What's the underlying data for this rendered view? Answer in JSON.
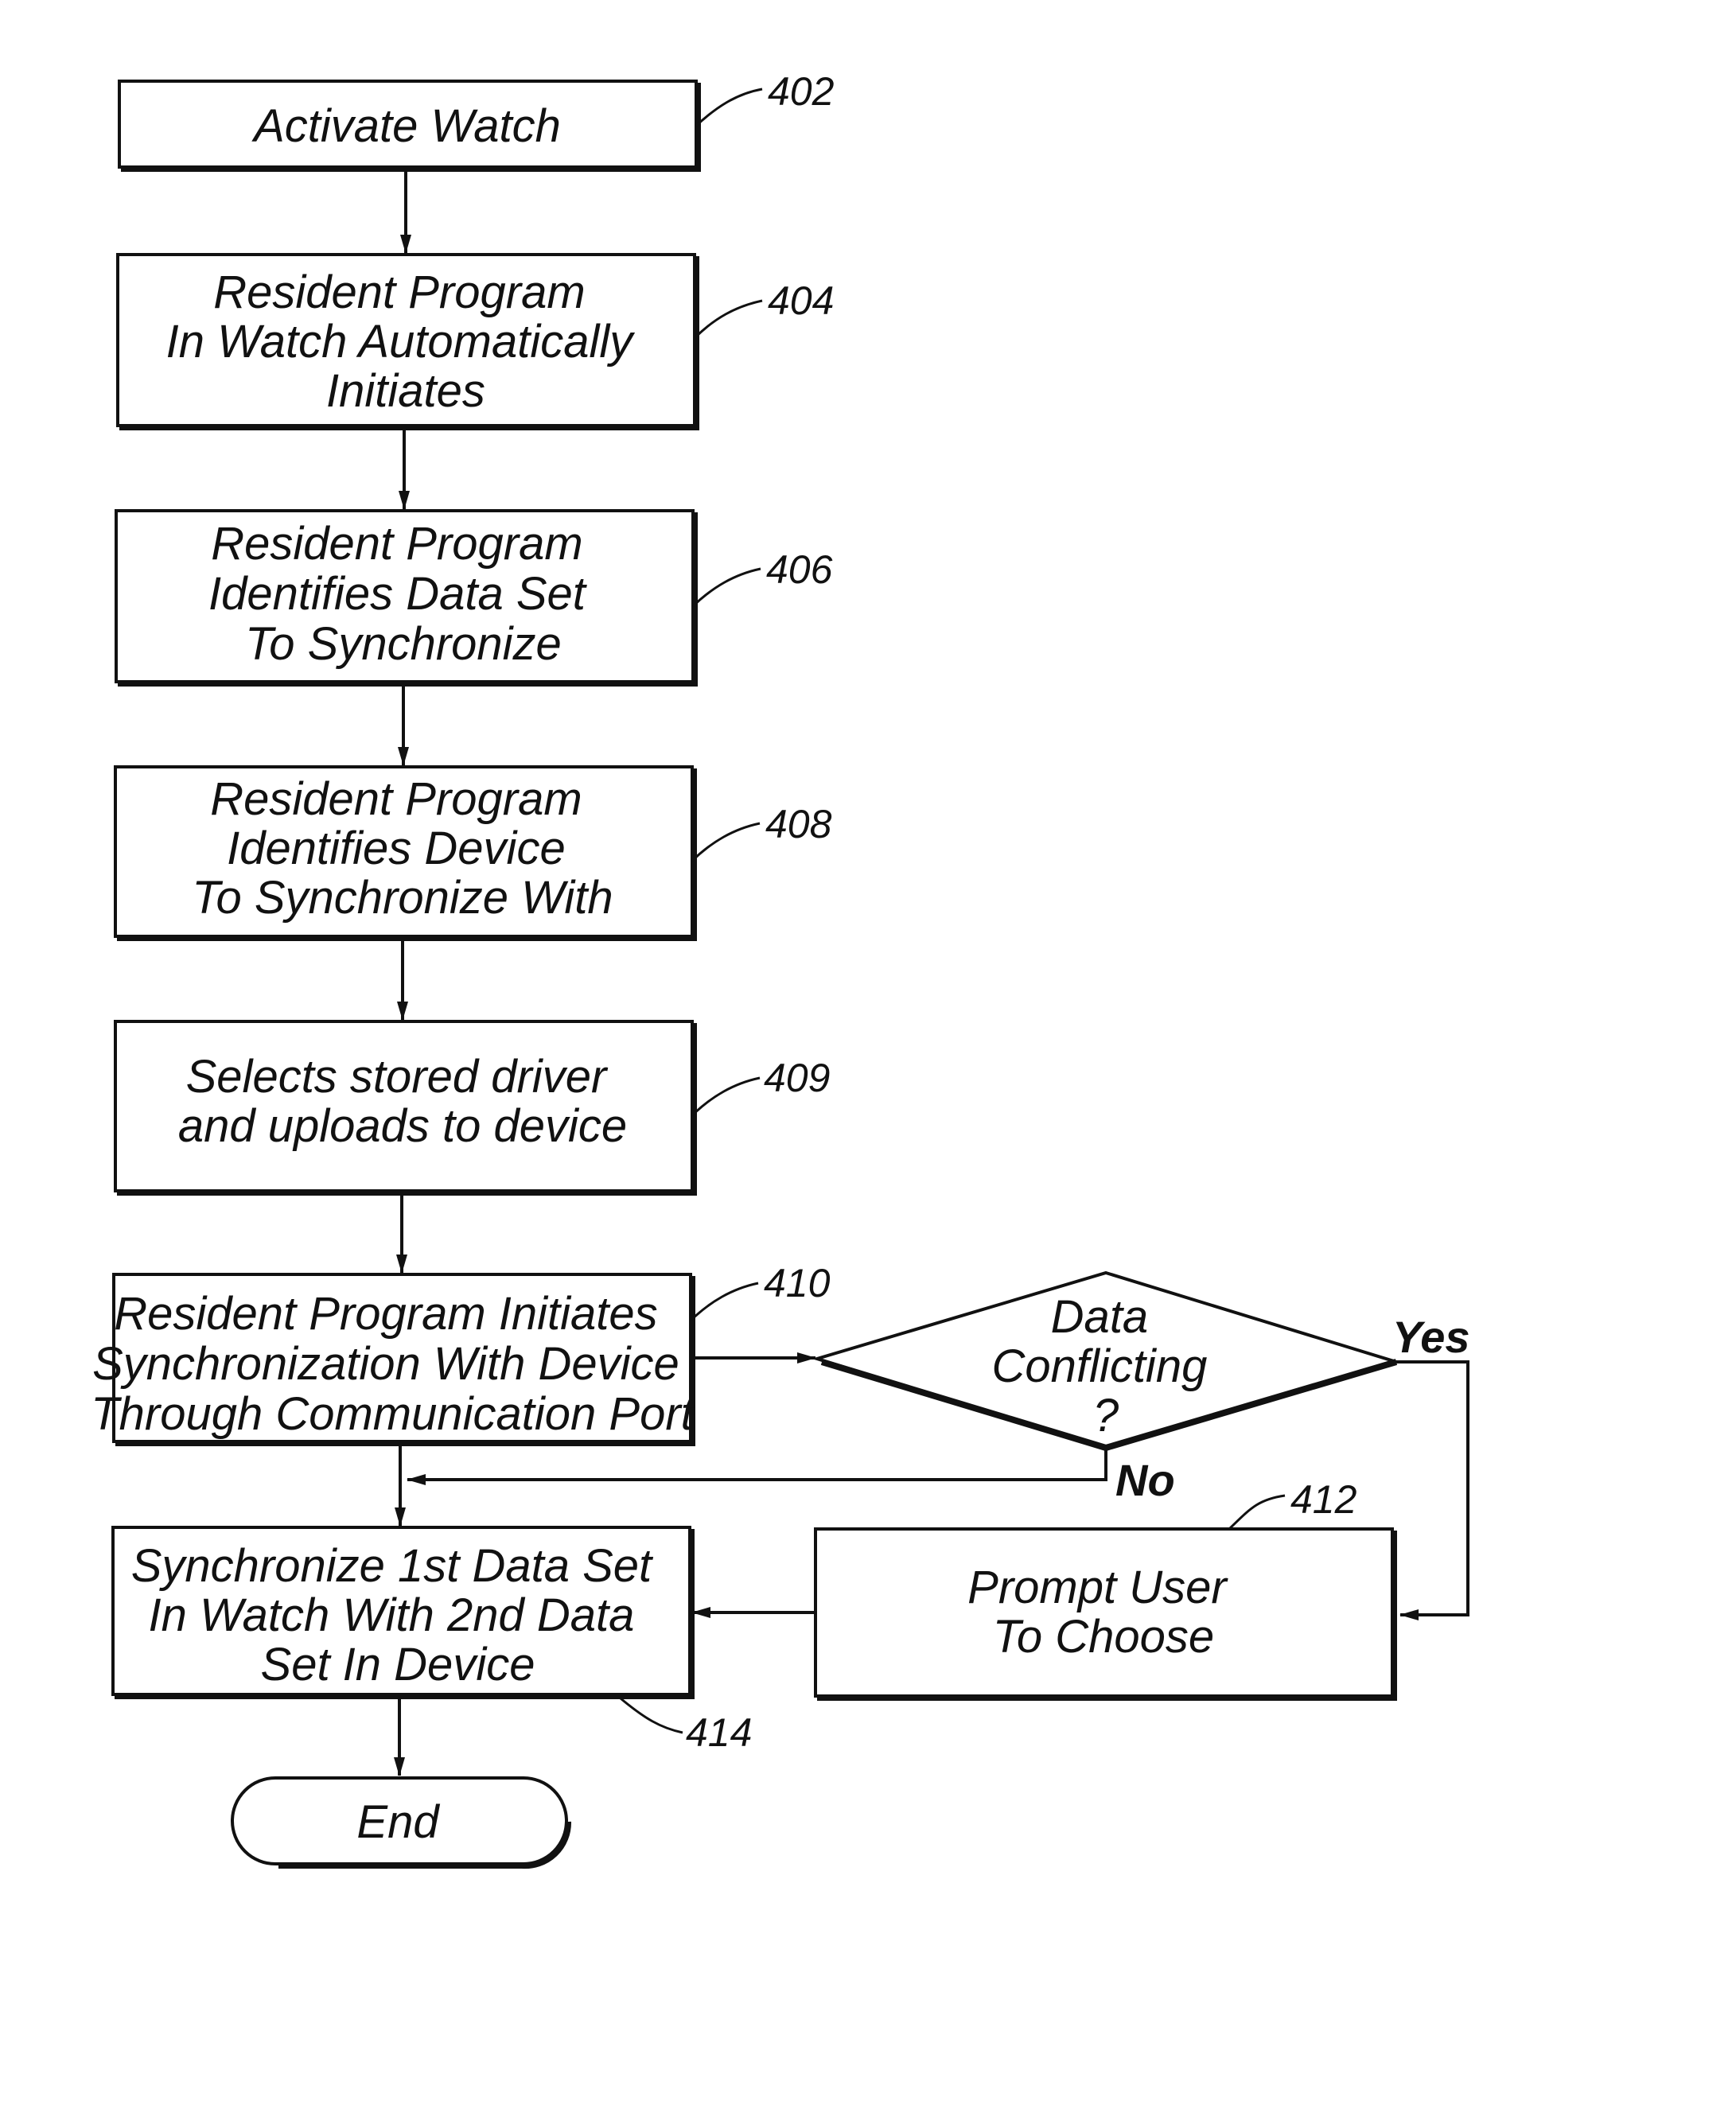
{
  "steps": {
    "s402": {
      "ref": "402",
      "lines": [
        "Activate Watch"
      ]
    },
    "s404": {
      "ref": "404",
      "lines": [
        "Resident Program",
        "In Watch Automatically",
        "Initiates"
      ]
    },
    "s406": {
      "ref": "406",
      "lines": [
        "Resident Program",
        "Identifies Data Set",
        "To Synchronize"
      ]
    },
    "s408": {
      "ref": "408",
      "lines": [
        "Resident Program",
        "Identifies Device",
        "To Synchronize With"
      ]
    },
    "s409": {
      "ref": "409",
      "lines": [
        "Selects stored driver",
        "and uploads to device"
      ]
    },
    "s410": {
      "ref": "410",
      "lines": [
        "Resident Program Initiates",
        "Synchronization With Device",
        "Through Communication Port"
      ]
    },
    "s412": {
      "ref": "412",
      "lines": [
        "Prompt User",
        "To Choose"
      ]
    },
    "s414": {
      "ref": "414",
      "lines": [
        "Synchronize 1st Data Set",
        "In Watch With 2nd Data",
        "Set In Device"
      ]
    }
  },
  "decision": {
    "lines": [
      "Data",
      "Conflicting",
      "?"
    ],
    "yes_label": "Yes",
    "no_label": "No"
  },
  "terminal": {
    "label": "End"
  }
}
